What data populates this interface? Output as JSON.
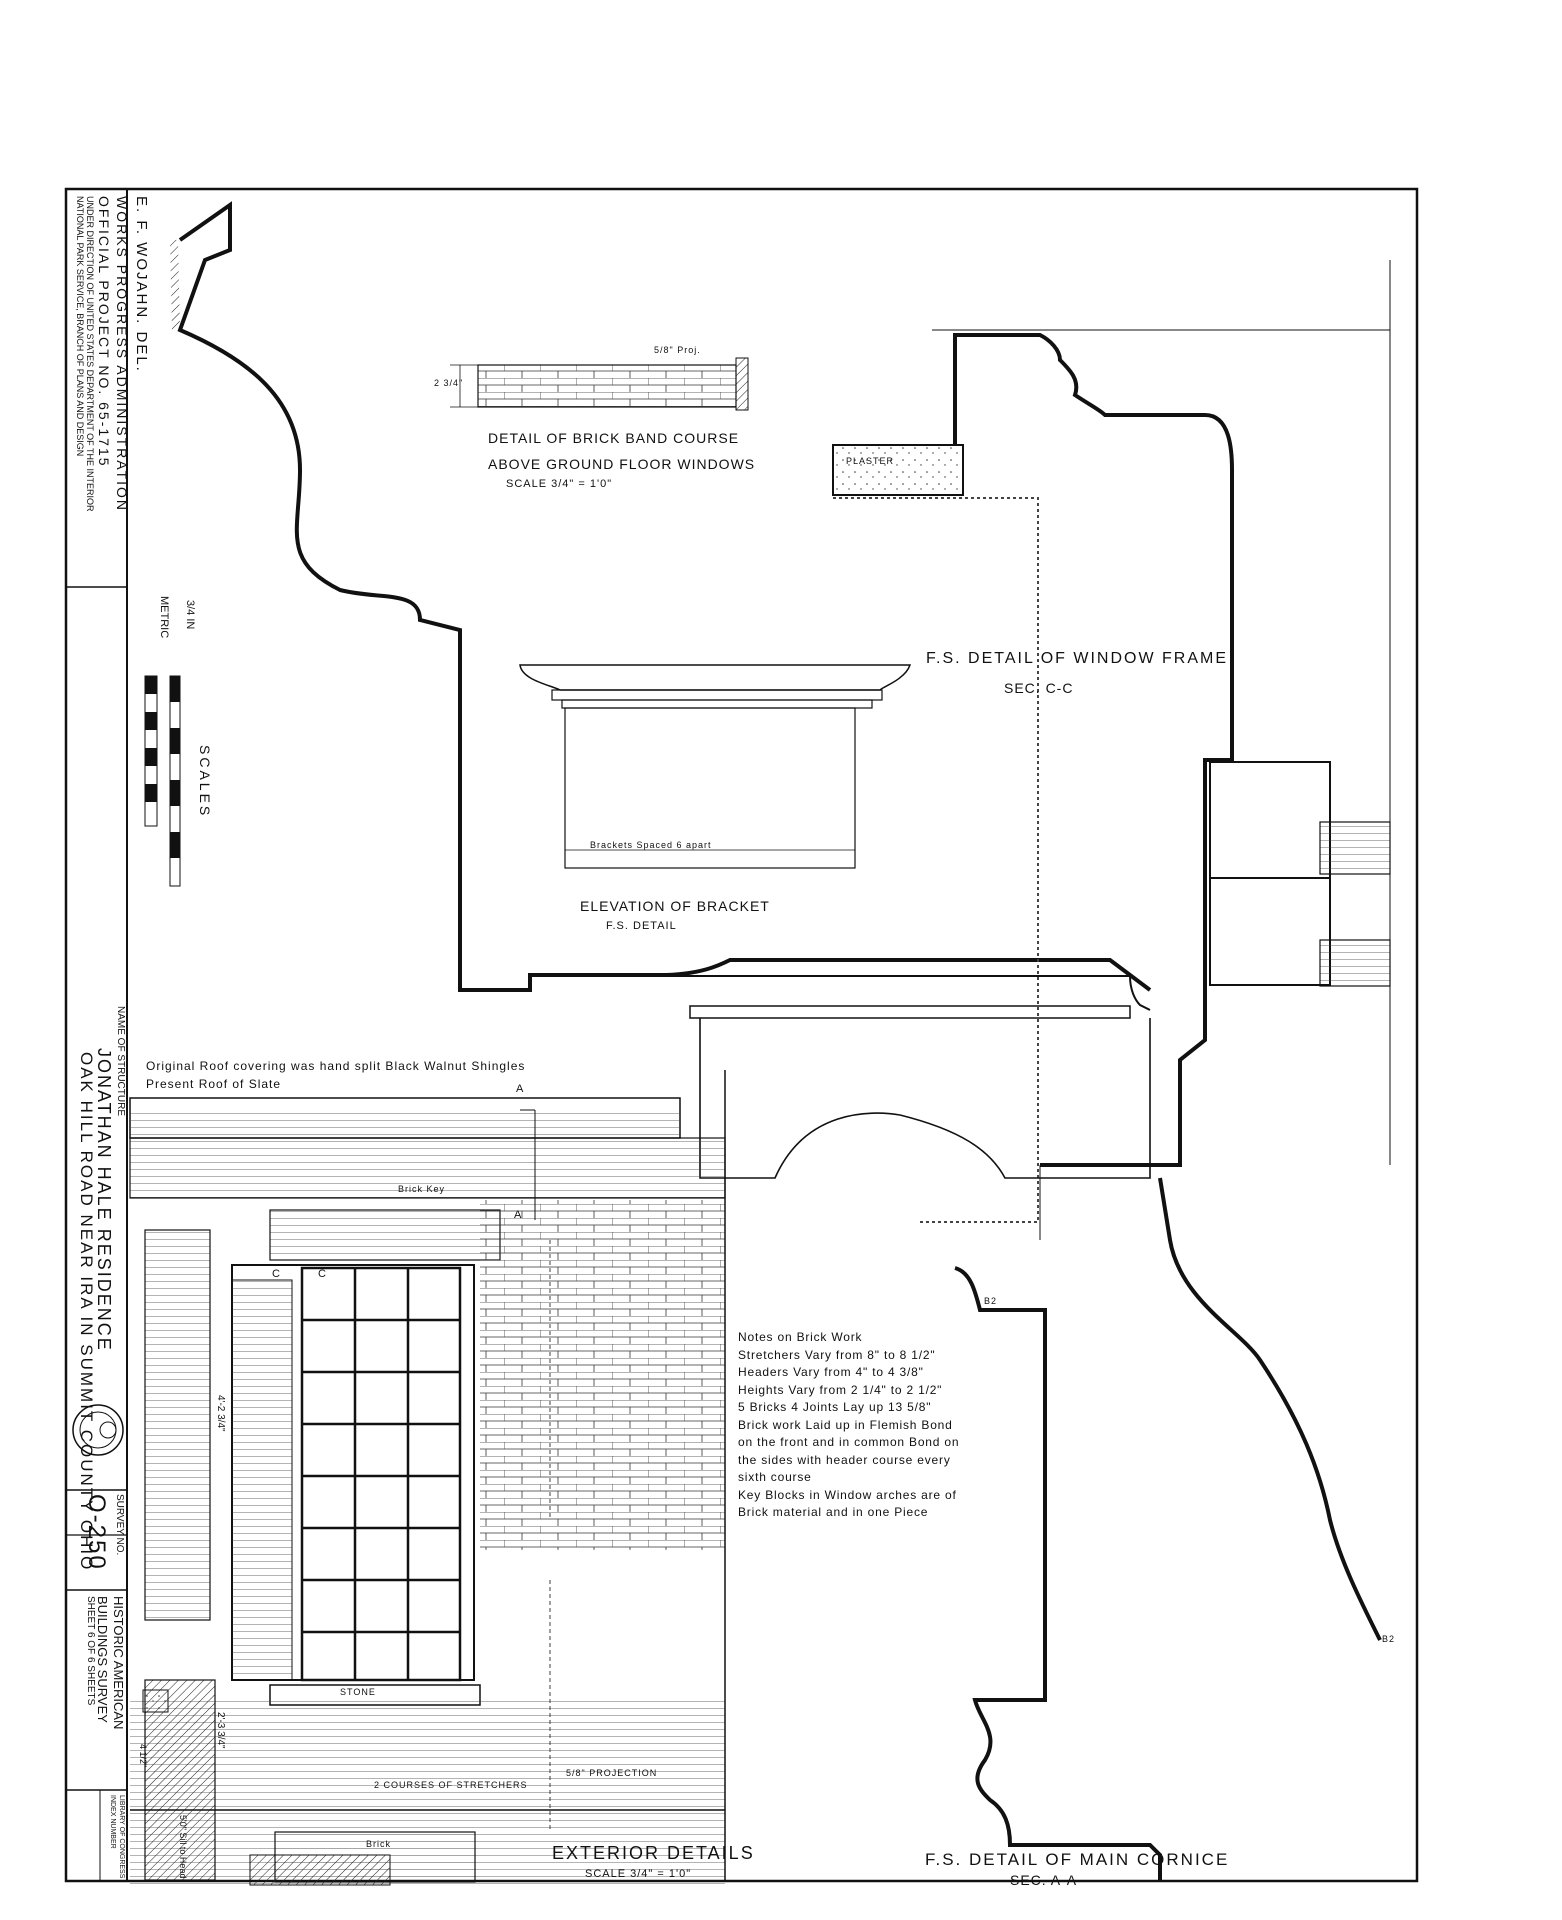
{
  "title_block": {
    "delineator": "E. F. WOJAHN. DEL.",
    "agency": "WORKS PROGRESS ADMINISTRATION",
    "project": "OFFICIAL PROJECT NO. 65-1715",
    "direction_1": "UNDER DIRECTION OF UNITED STATES DEPARTMENT OF THE INTERIOR",
    "direction_2": "NATIONAL PARK SERVICE, BRANCH OF PLANS AND DESIGN",
    "name_of_structure_label": "NAME OF STRUCTURE",
    "structure_name": "JONATHAN HALE RESIDENCE",
    "structure_location": "OAK HILL ROAD NEAR IRA IN SUMMIT COUNTY OHIO",
    "scales_label": "SCALES",
    "scale_imperial": "3/4 IN",
    "scale_metric": "METRIC",
    "survey_no_label": "SURVEY NO.",
    "survey_no": "O-250",
    "habs_1": "HISTORIC AMERICAN",
    "habs_2": "BUILDINGS SURVEY",
    "sheet_label": "SHEET 6 OF 6 SHEETS",
    "library_1": "LIBRARY OF CONGRESS",
    "library_2": "INDEX NUMBER"
  },
  "drawings": {
    "brick_band_title_1": "DETAIL OF BRICK BAND COURSE",
    "brick_band_title_2": "ABOVE GROUND FLOOR WINDOWS",
    "brick_band_scale": "SCALE 3/4\" = 1'0\"",
    "brick_band_proj": "5/8\" Proj.",
    "brick_band_dim": "2 3/4\"",
    "plaster": "PLASTER",
    "window_frame_title": "F.S. DETAIL OF WINDOW FRAME",
    "window_frame_sec": "SEC. C-C",
    "bracket_title": "ELEVATION OF BRACKET",
    "bracket_sub": "F.S. DETAIL",
    "bracket_note": "Brackets Spaced 6 apart",
    "roof_note_1": "Original Roof covering was hand split Black Walnut Shingles",
    "roof_note_2": "Present Roof of Slate",
    "section_a": "A",
    "section_c": "C",
    "brick_key": "Brick Key",
    "stone": "STONE",
    "courses": "2 COURSES OF STRETCHERS",
    "projection": "5/8\" PROJECTION",
    "brick": "Brick",
    "dim_1": "4'-2 3/4\"",
    "dim_2": "2'-3 3/4\"",
    "dim_3": "4 1/2\"",
    "sill_head": "5'0\" Sill to Head",
    "b2": "B2",
    "exterior_title": "EXTERIOR DETAILS",
    "exterior_scale": "SCALE 3/4\" = 1'0\"",
    "cornice_title": "F.S. DETAIL OF MAIN CORNICE",
    "cornice_sec": "SEC. A-A"
  },
  "notes": {
    "lines": [
      "Notes on Brick Work",
      "Stretchers Vary from 8\" to 8 1/2\"",
      "Headers Vary from 4\" to 4 3/8\"",
      "Heights Vary from 2 1/4\" to 2 1/2\"",
      "5 Bricks 4 Joints Lay up 13 5/8\"",
      "Brick work Laid up in Flemish Bond",
      "on the front and in common Bond on",
      "the sides with header course every",
      "sixth course",
      "Key Blocks in Window arches are of",
      "Brick material and in one Piece"
    ]
  }
}
